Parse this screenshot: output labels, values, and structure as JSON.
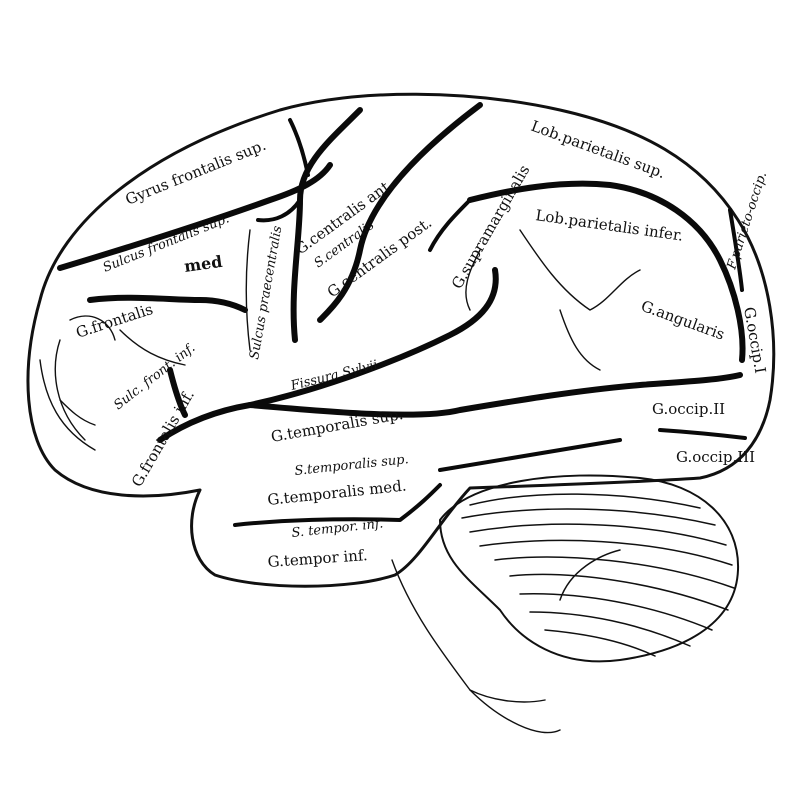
{
  "labels": {
    "gyrus_frontalis_sup": "Gyrus frontalis sup.",
    "sulcus_frontalis_sup": "Sulcus frontalis sup.",
    "sulcus_praecentralis": "Sulcus praecentralis",
    "g_centralis_ant": "G.centralis ant.",
    "s_centralis": "S.centralis",
    "g_centralis_post": "G.centralis post.",
    "lob_parietalis_sup": "Lob.parietalis sup.",
    "f_parieto_occip": "F.parieto-occip.",
    "lob_parietalis_infer": "Lob.parietalis infer.",
    "g_supramarginalis": "G.supramarginalis",
    "g_angularis": "G.angularis",
    "med": "med",
    "g_frontalis": "G.frontalis",
    "sulc_front_inf": "Sulc. front. inf.",
    "g_frontalis_inf": "G.frontalis inf.",
    "fissura_sylvii": "Fissura Sylvii",
    "g_temporalis_sup": "G.temporalis sup.",
    "s_temporalis_sup": "S.temporalis sup.",
    "g_temporalis_med": "G.temporalis med.",
    "s_tempor_inf": "S. tempor. inf.",
    "g_tempor_inf": "G.tempor inf.",
    "g_occip_i": "G.occip.I",
    "g_occip_ii": "G.occip.II",
    "g_occip_iii": "G.occip.III"
  }
}
